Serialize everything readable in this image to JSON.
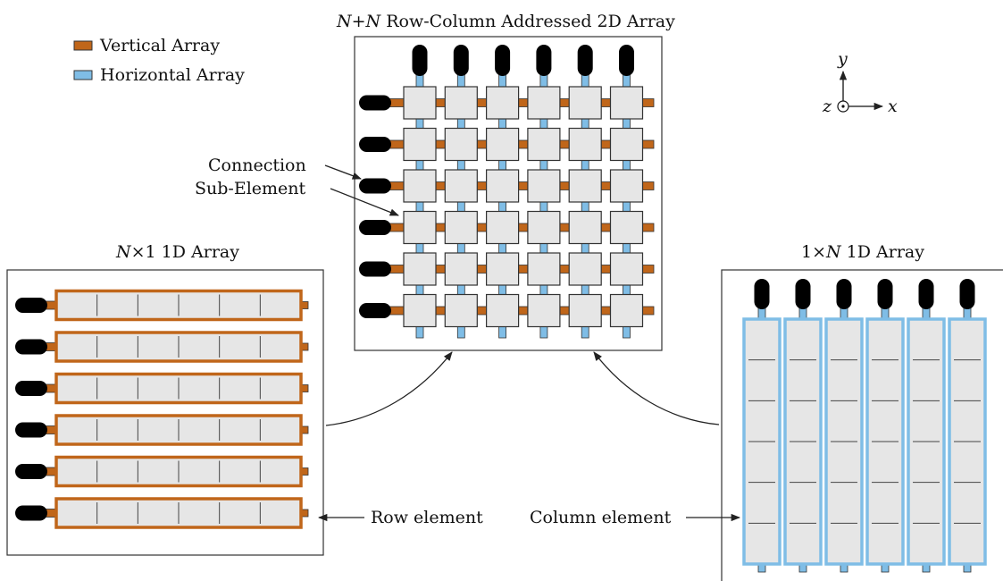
{
  "colors": {
    "vertical": "#c0661a",
    "horizontal": "#7fbde6",
    "cell": "#e6e6e6",
    "connector": "#000000"
  },
  "legend": {
    "vertical_label": "Vertical Array",
    "horizontal_label": "Horizontal Array"
  },
  "axes": {
    "y": "y",
    "z": "z",
    "x": "x"
  },
  "titles": {
    "rca": {
      "n1": "N",
      "plus": "+",
      "n2": "N",
      "rest": " Row-Column Addressed 2D Array"
    },
    "nx1": {
      "n": "N",
      "rest": "×1 1D Array"
    },
    "oxn": {
      "pre": "1×",
      "n": "N",
      "rest": " 1D Array"
    }
  },
  "annotations": {
    "connection": "Connection",
    "subelement": "Sub-Element",
    "row_element": "Row element",
    "column_element": "Column element"
  },
  "counts": {
    "rca_rows": 6,
    "rca_cols": 6,
    "row_elements": 6,
    "row_subelements": 6,
    "column_elements": 6,
    "column_subelements": 6
  }
}
